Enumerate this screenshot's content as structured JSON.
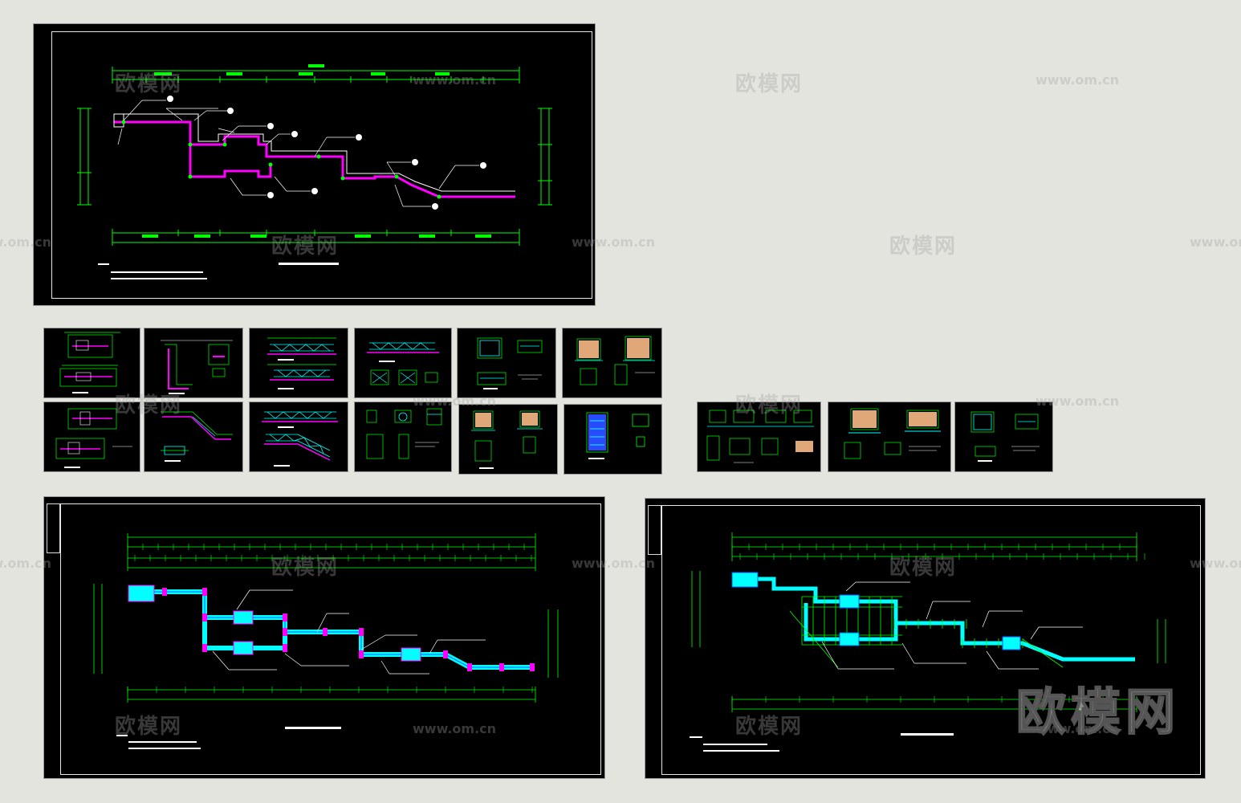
{
  "watermark": {
    "brand_text": "欧模网",
    "url_text": "www.om.cn"
  },
  "colors": {
    "background": "#e4e4df",
    "sheet": "#000000",
    "dimension": "#00ff00",
    "walkway": "#ff00ff",
    "railing": "#00ffff",
    "annotation": "#ffffff"
  },
  "drawing_sheets": [
    {
      "id": "plan-overview",
      "kind": "layout-plan"
    },
    {
      "id": "detail-row1",
      "count": 6
    },
    {
      "id": "detail-row2",
      "count": 6
    },
    {
      "id": "detail-row2-right",
      "count": 3
    },
    {
      "id": "plan-bottom-left",
      "kind": "layout-plan"
    },
    {
      "id": "plan-bottom-right",
      "kind": "layout-plan"
    }
  ]
}
